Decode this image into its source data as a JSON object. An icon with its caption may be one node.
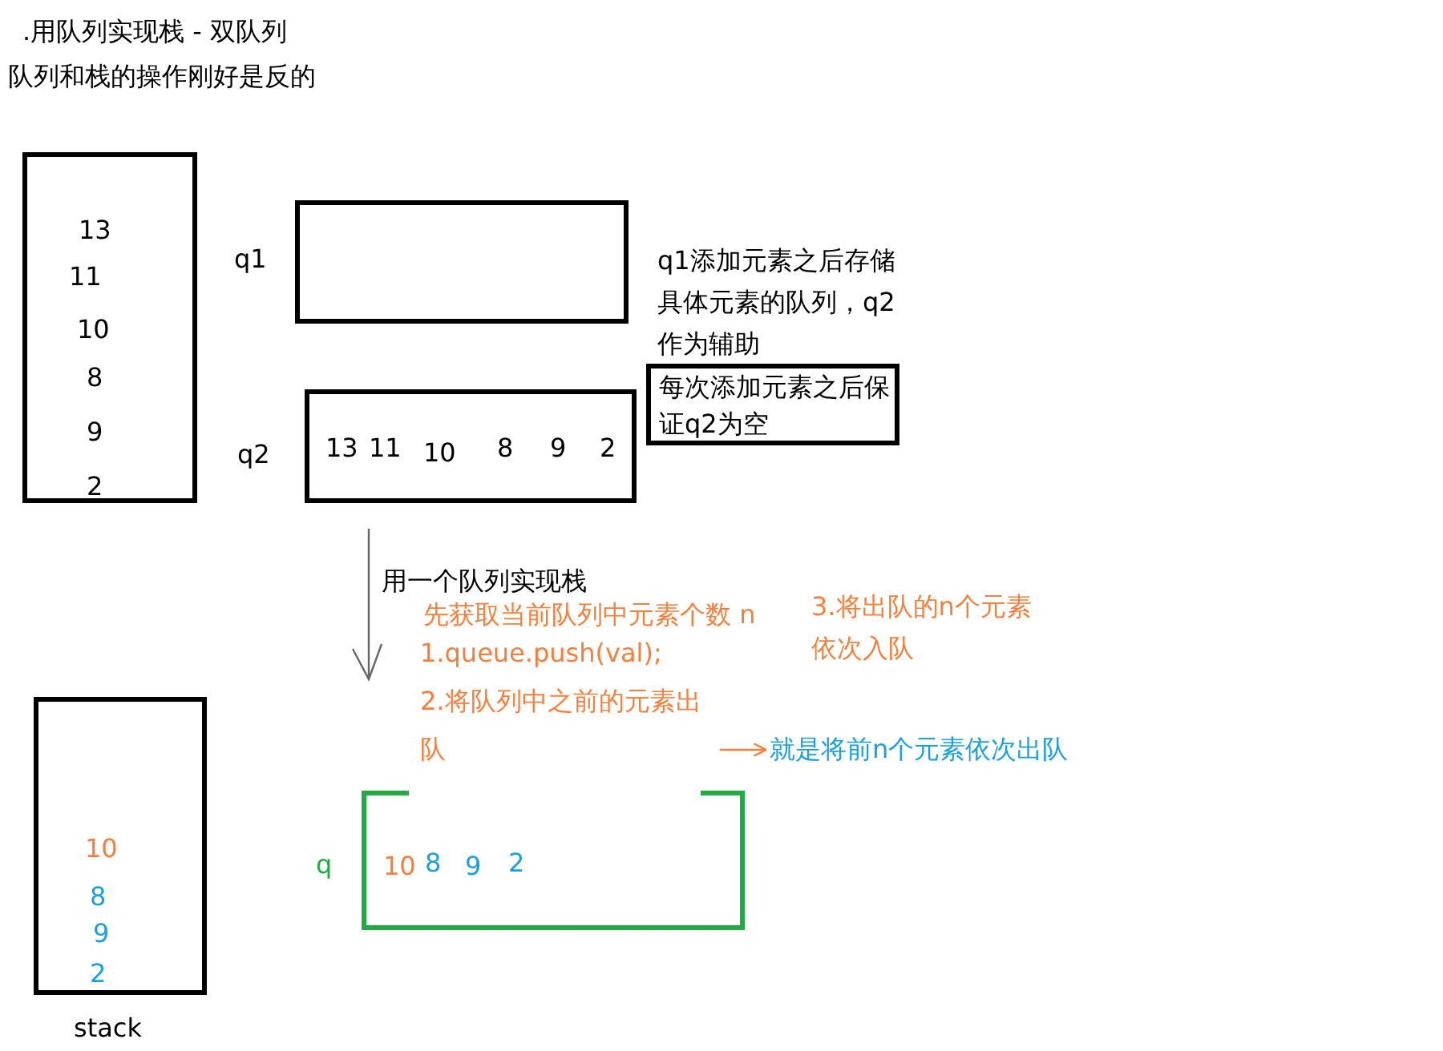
{
  "diagram": {
    "title": ".用队列实现栈 - 双队列",
    "nodes": [
      {
        "text": [
          "13",
          "11",
          "10",
          "8",
          "9",
          "2"
        ]
      },
      {
        "text": [],
        "shape": "box",
        "beside": [
          "q1"
        ]
      },
      {
        "text": [
          "13",
          "11",
          "10",
          "8",
          "9",
          "2"
        ],
        "beside": [
          "q2"
        ]
      },
      {
        "text": [
          "每次添加元素之后保证q2为空"
        ]
      },
      {
        "text": [
          "2.将队列中之前的元素出队"
        ]
      },
      {
        "text": [
          "就是将前n个元素依次出队"
        ]
      },
      {
        "text": [
          "10",
          "8",
          "9",
          "2"
        ],
        "beside": [
          "stack"
        ]
      },
      {
        "text": [
          "10",
          "8",
          "9",
          "2"
        ],
        "beside": [
          "q"
        ]
      }
    ],
    "edges": [
      {
        "from": 4,
        "to": 5,
        "arrow": "to",
        "color": "#f5803e"
      }
    ],
    "labels": [
      "队列和栈的操作刚好是反的",
      "q1添加元素之后存储具体元素的队列，q2作为辅助",
      "用一个队列实现栈",
      "先获取当前队列中元素个数 n",
      "1.queue.push(val);",
      "3.将出队的n个元素依次入队"
    ]
  }
}
